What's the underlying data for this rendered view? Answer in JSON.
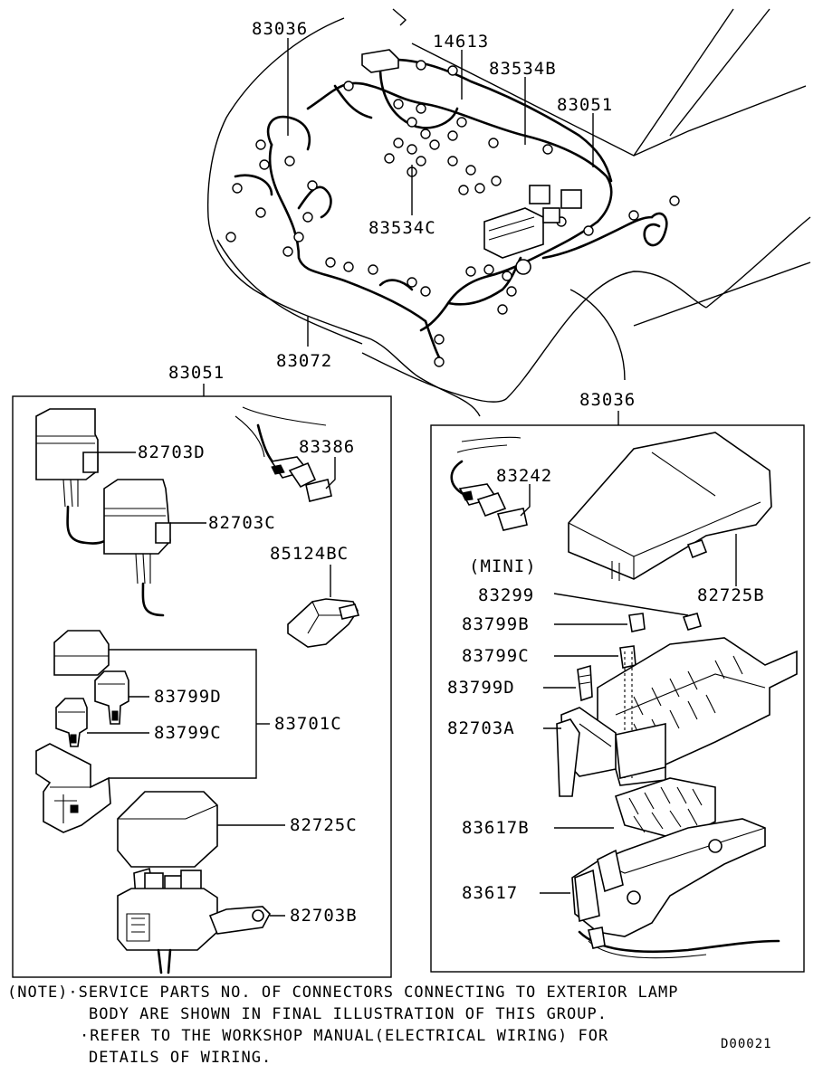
{
  "labels": {
    "top_83036": "83036",
    "top_14613": "14613",
    "top_83534B": "83534B",
    "top_83051": "83051",
    "top_83534C": "83534C",
    "top_83072": "83072",
    "left_header": "83051",
    "left_82703D": "82703D",
    "left_83386": "83386",
    "left_82703C": "82703C",
    "left_85124BC": "85124BC",
    "left_83799D": "83799D",
    "left_83701C": "83701C",
    "left_83799C": "83799C",
    "left_82725C": "82725C",
    "left_82703B": "82703B",
    "right_header": "83036",
    "right_83242": "83242",
    "right_mini": "(MINI)",
    "right_83299": "83299",
    "right_82725B": "82725B",
    "right_83799B": "83799B",
    "right_83799C": "83799C",
    "right_83799D": "83799D",
    "right_82703A": "82703A",
    "right_83617B": "83617B",
    "right_83617": "83617"
  },
  "note": {
    "line1": "(NOTE)·SERVICE PARTS NO. OF CONNECTORS CONNECTING TO EXTERIOR LAMP",
    "line2": "BODY ARE SHOWN IN FINAL ILLUSTRATION OF THIS GROUP.",
    "line3": "·REFER TO THE WORKSHOP MANUAL(ELECTRICAL WIRING) FOR",
    "line4": "DETAILS OF WIRING."
  },
  "diagram_code": "D00021"
}
